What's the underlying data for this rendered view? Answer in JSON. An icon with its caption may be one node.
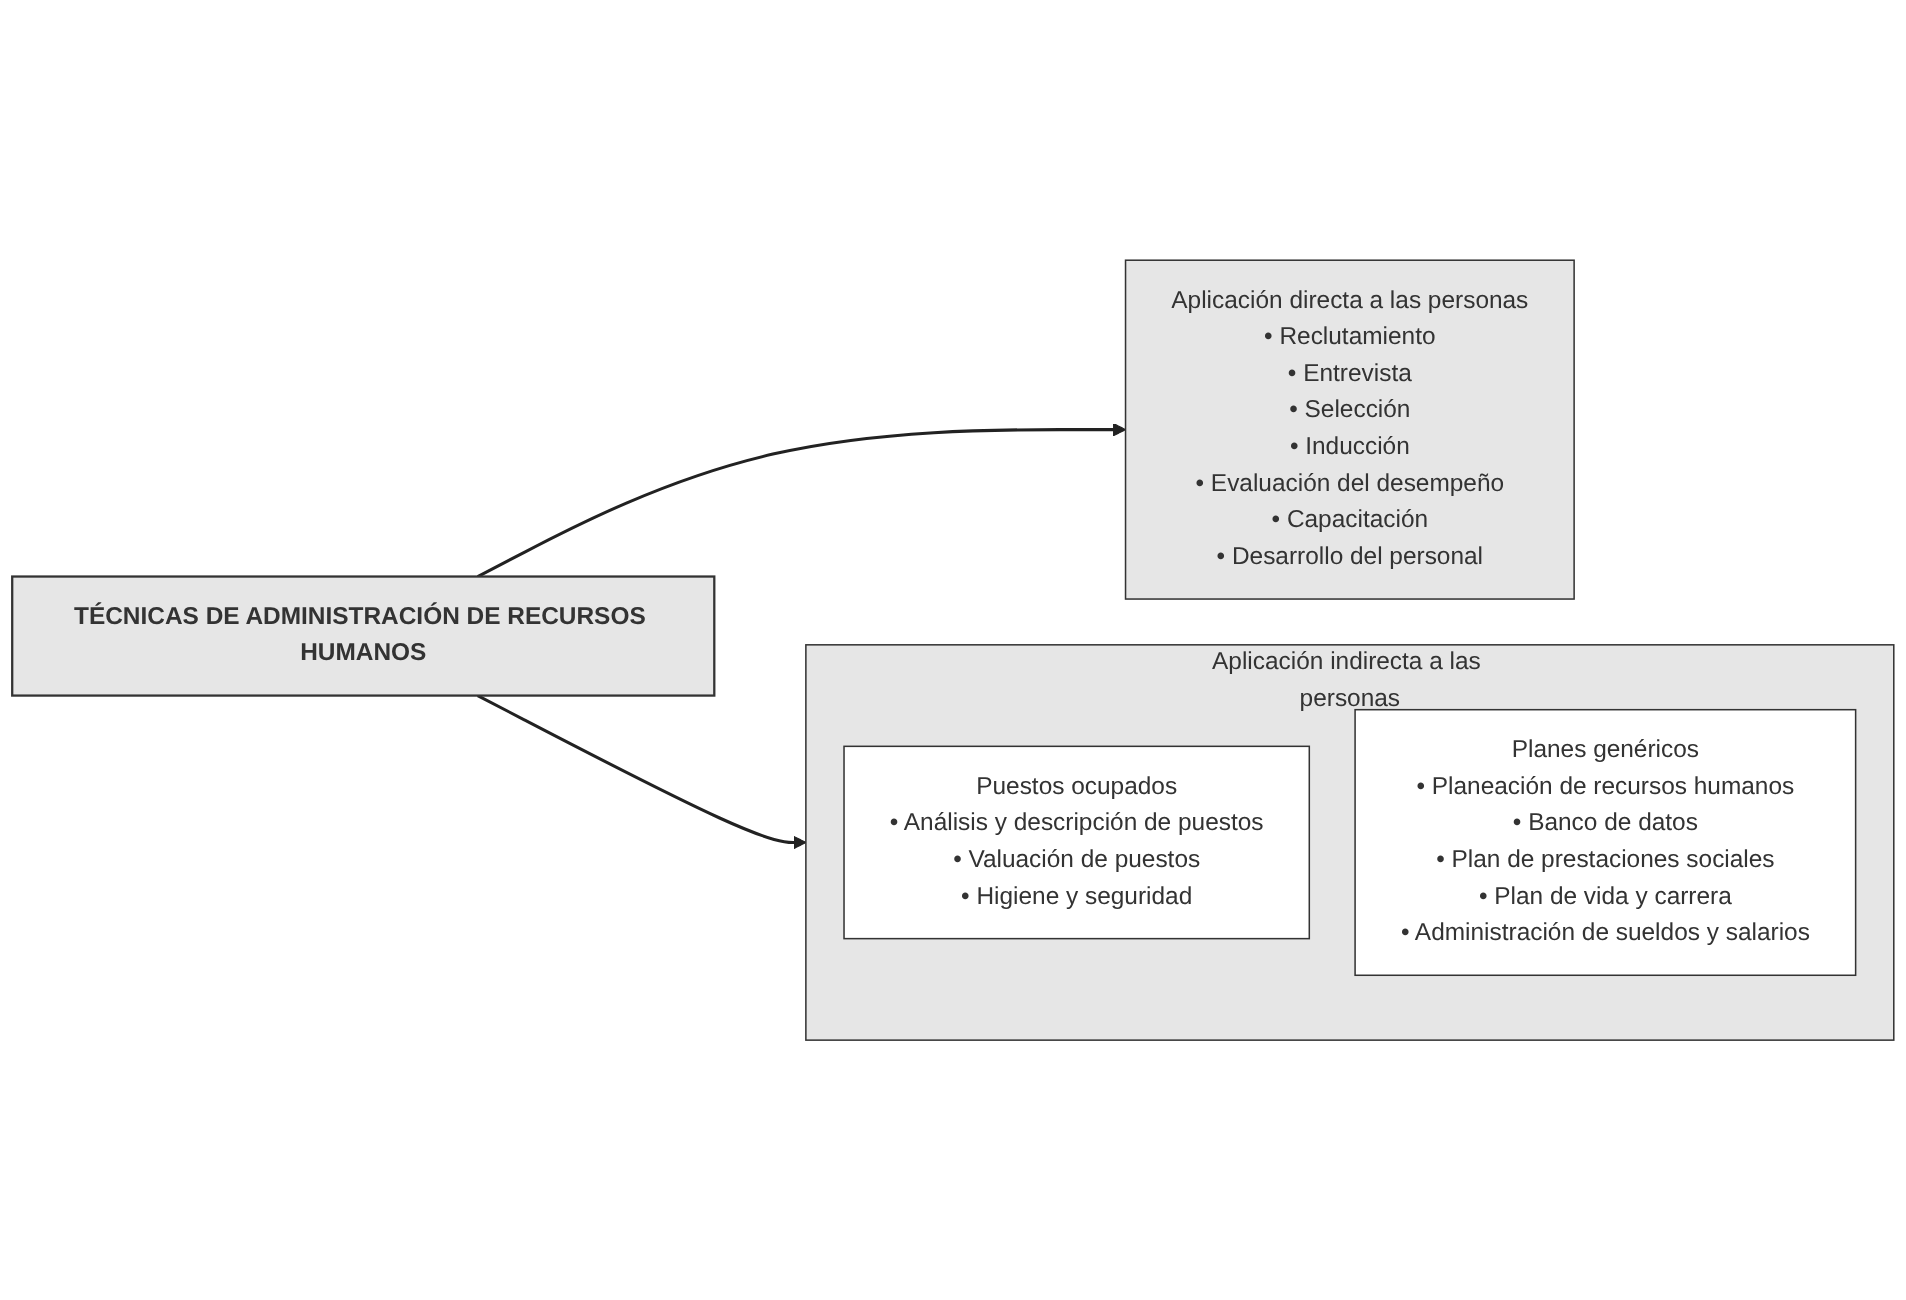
{
  "diagram": {
    "nodes": [
      {
        "text": [
          "TÉCNICAS DE ADMINISTRACIÓN DE RECURSOS HUMANOS"
        ]
      },
      {
        "text": [
          "Aplicación directa a las personas",
          "• Reclutamiento",
          "• Entrevista",
          "• Selección",
          "• Inducción",
          "• Evaluación del desempeño",
          "• Capacitación",
          "• Desarrollo del personal"
        ]
      },
      {
        "text": [
          "Aplicación indirecta a las personas"
        ]
      },
      {
        "text": [
          "Puestos ocupados",
          "• Análisis y descripción de puestos",
          "• Valuación de puestos",
          "• Higiene y seguridad"
        ],
        "in": 2
      },
      {
        "text": [
          "Planes genéricos",
          "• Planeación de recursos humanos",
          "• Banco de datos",
          "• Plan de prestaciones sociales",
          "• Plan de vida y carrera",
          "• Administración de sueldos y salarios"
        ],
        "in": 2
      }
    ],
    "edges": [
      {
        "from": 0,
        "to": 1,
        "arrow": "to"
      },
      {
        "from": 0,
        "to": 2,
        "arrow": "to"
      }
    ]
  }
}
